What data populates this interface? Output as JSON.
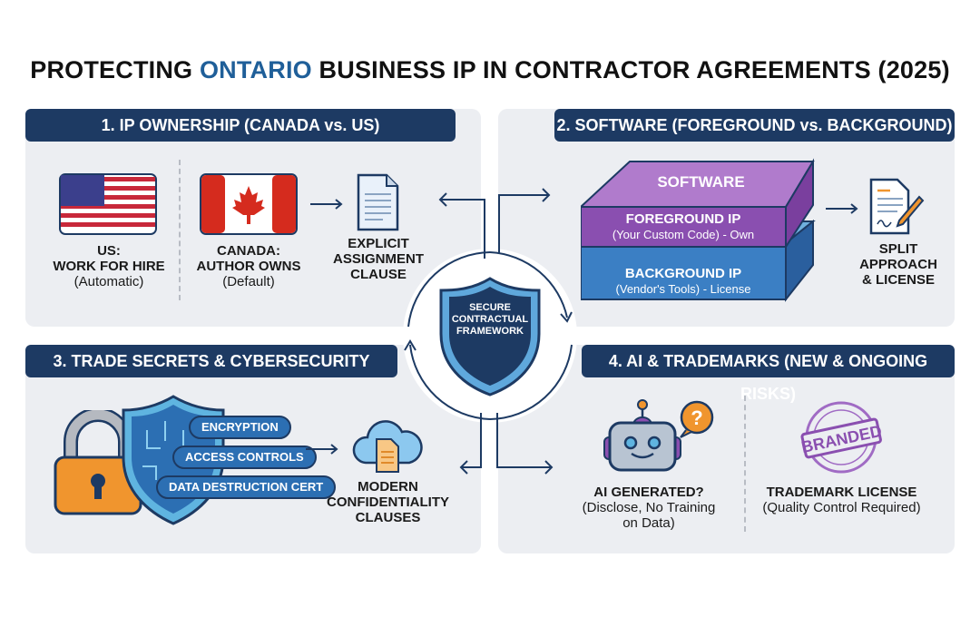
{
  "title": {
    "before": "PROTECTING ",
    "highlight": "ONTARIO",
    "after": " BUSINESS IP IN CONTRACTOR AGREEMENTS (2025)"
  },
  "colors": {
    "navy": "#1d3a63",
    "highlight": "#1f5f99",
    "purple": "#8a4fb0",
    "blue": "#2c6fb3",
    "orange": "#f0952e",
    "panel": "#eceef2"
  },
  "center": {
    "label_lines": [
      "SECURE",
      "CONTRACTUAL",
      "FRAMEWORK"
    ],
    "icon": "shield-icon"
  },
  "panel1": {
    "header": "1. IP OWNERSHIP (CANADA vs. US)",
    "us": {
      "title1": "US:",
      "title2": "WORK FOR HIRE",
      "sub": "(Automatic)",
      "icon": "us-flag-icon"
    },
    "canada": {
      "title1": "CANADA:",
      "title2": "AUTHOR OWNS",
      "sub": "(Default)",
      "icon": "canada-flag-icon"
    },
    "clause": {
      "lines": [
        "EXPLICIT",
        "ASSIGNMENT",
        "CLAUSE"
      ],
      "icon": "document-icon"
    }
  },
  "panel2": {
    "header": "2. SOFTWARE (FOREGROUND vs. BACKGROUND)",
    "software": "SOFTWARE",
    "foreground": {
      "title": "FOREGROUND IP",
      "sub": "(Your Custom Code) - Own"
    },
    "background": {
      "title": "BACKGROUND IP",
      "sub": "(Vendor's Tools) - License"
    },
    "result": {
      "lines": [
        "SPLIT",
        "APPROACH",
        "& LICENSE"
      ],
      "icon": "signed-document-icon"
    }
  },
  "panel3": {
    "header": "3. TRADE SECRETS & CYBERSECURITY",
    "pills": [
      "ENCRYPTION",
      "ACCESS CONTROLS",
      "DATA DESTRUCTION CERT"
    ],
    "result": {
      "lines": [
        "MODERN",
        "CONFIDENTIALITY",
        "CLAUSES"
      ],
      "icon": "cloud-document-icon"
    }
  },
  "panel4": {
    "header": "4. AI & TRADEMARKS (NEW & ONGOING RISKS)",
    "ai": {
      "title": "AI GENERATED?",
      "sub1": "(Disclose, No Training",
      "sub2": "on Data)",
      "icon": "robot-icon"
    },
    "tm": {
      "title": "TRADEMARK LICENSE",
      "sub": "(Quality Control Required)",
      "icon": "branded-stamp-icon",
      "stamp": "BRANDED"
    }
  }
}
